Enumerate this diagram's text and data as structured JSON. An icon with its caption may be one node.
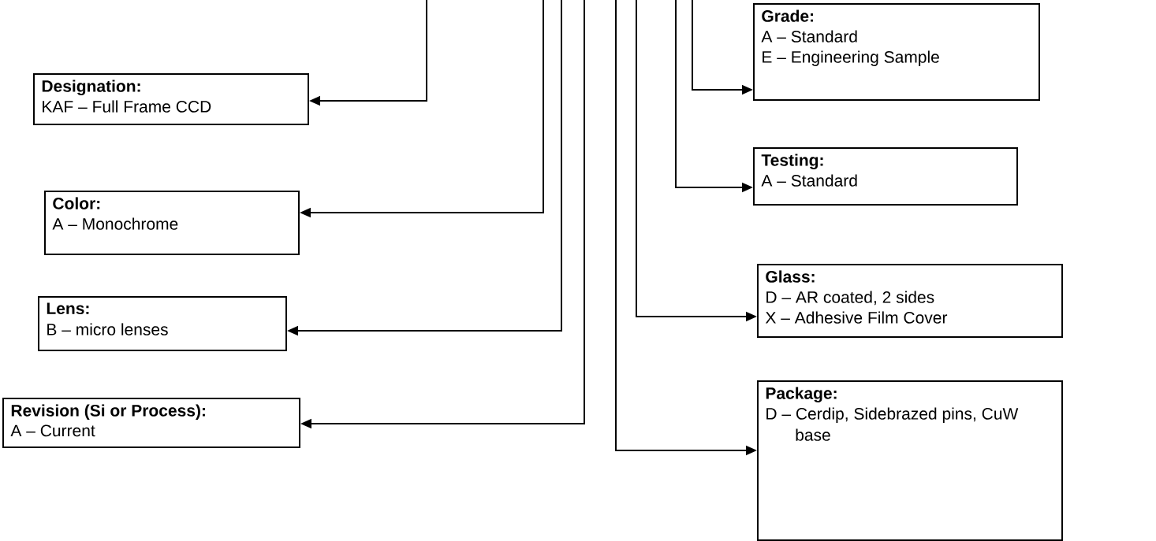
{
  "diagram": {
    "nodes": [
      {
        "text": [
          "Designation:",
          "KAF – Full Frame CCD"
        ]
      },
      {
        "text": [
          "Color:",
          "A – Monochrome"
        ]
      },
      {
        "text": [
          "Lens:",
          "B – micro lenses"
        ]
      },
      {
        "text": [
          "Revision (Si or Process):",
          "A – Current"
        ]
      },
      {
        "text": [
          "Grade:",
          "A – Standard",
          "E – Engineering Sample"
        ]
      },
      {
        "text": [
          "Testing:",
          "A – Standard"
        ]
      },
      {
        "text": [
          "Glass:",
          "D – AR coated, 2 sides",
          "X – Adhesive Film Cover"
        ]
      },
      {
        "text": [
          "Package:",
          "D – Cerdip, Sidebrazed pins, CuW base"
        ]
      }
    ],
    "edges": [
      {
        "from": null,
        "to": 0,
        "arrow": "to"
      },
      {
        "from": null,
        "to": 1,
        "arrow": "to"
      },
      {
        "from": null,
        "to": 2,
        "arrow": "to"
      },
      {
        "from": null,
        "to": 3,
        "arrow": "to"
      },
      {
        "from": null,
        "to": 4,
        "arrow": "to"
      },
      {
        "from": null,
        "to": 5,
        "arrow": "to"
      },
      {
        "from": null,
        "to": 6,
        "arrow": "to"
      },
      {
        "from": null,
        "to": 7,
        "arrow": "to"
      }
    ]
  }
}
